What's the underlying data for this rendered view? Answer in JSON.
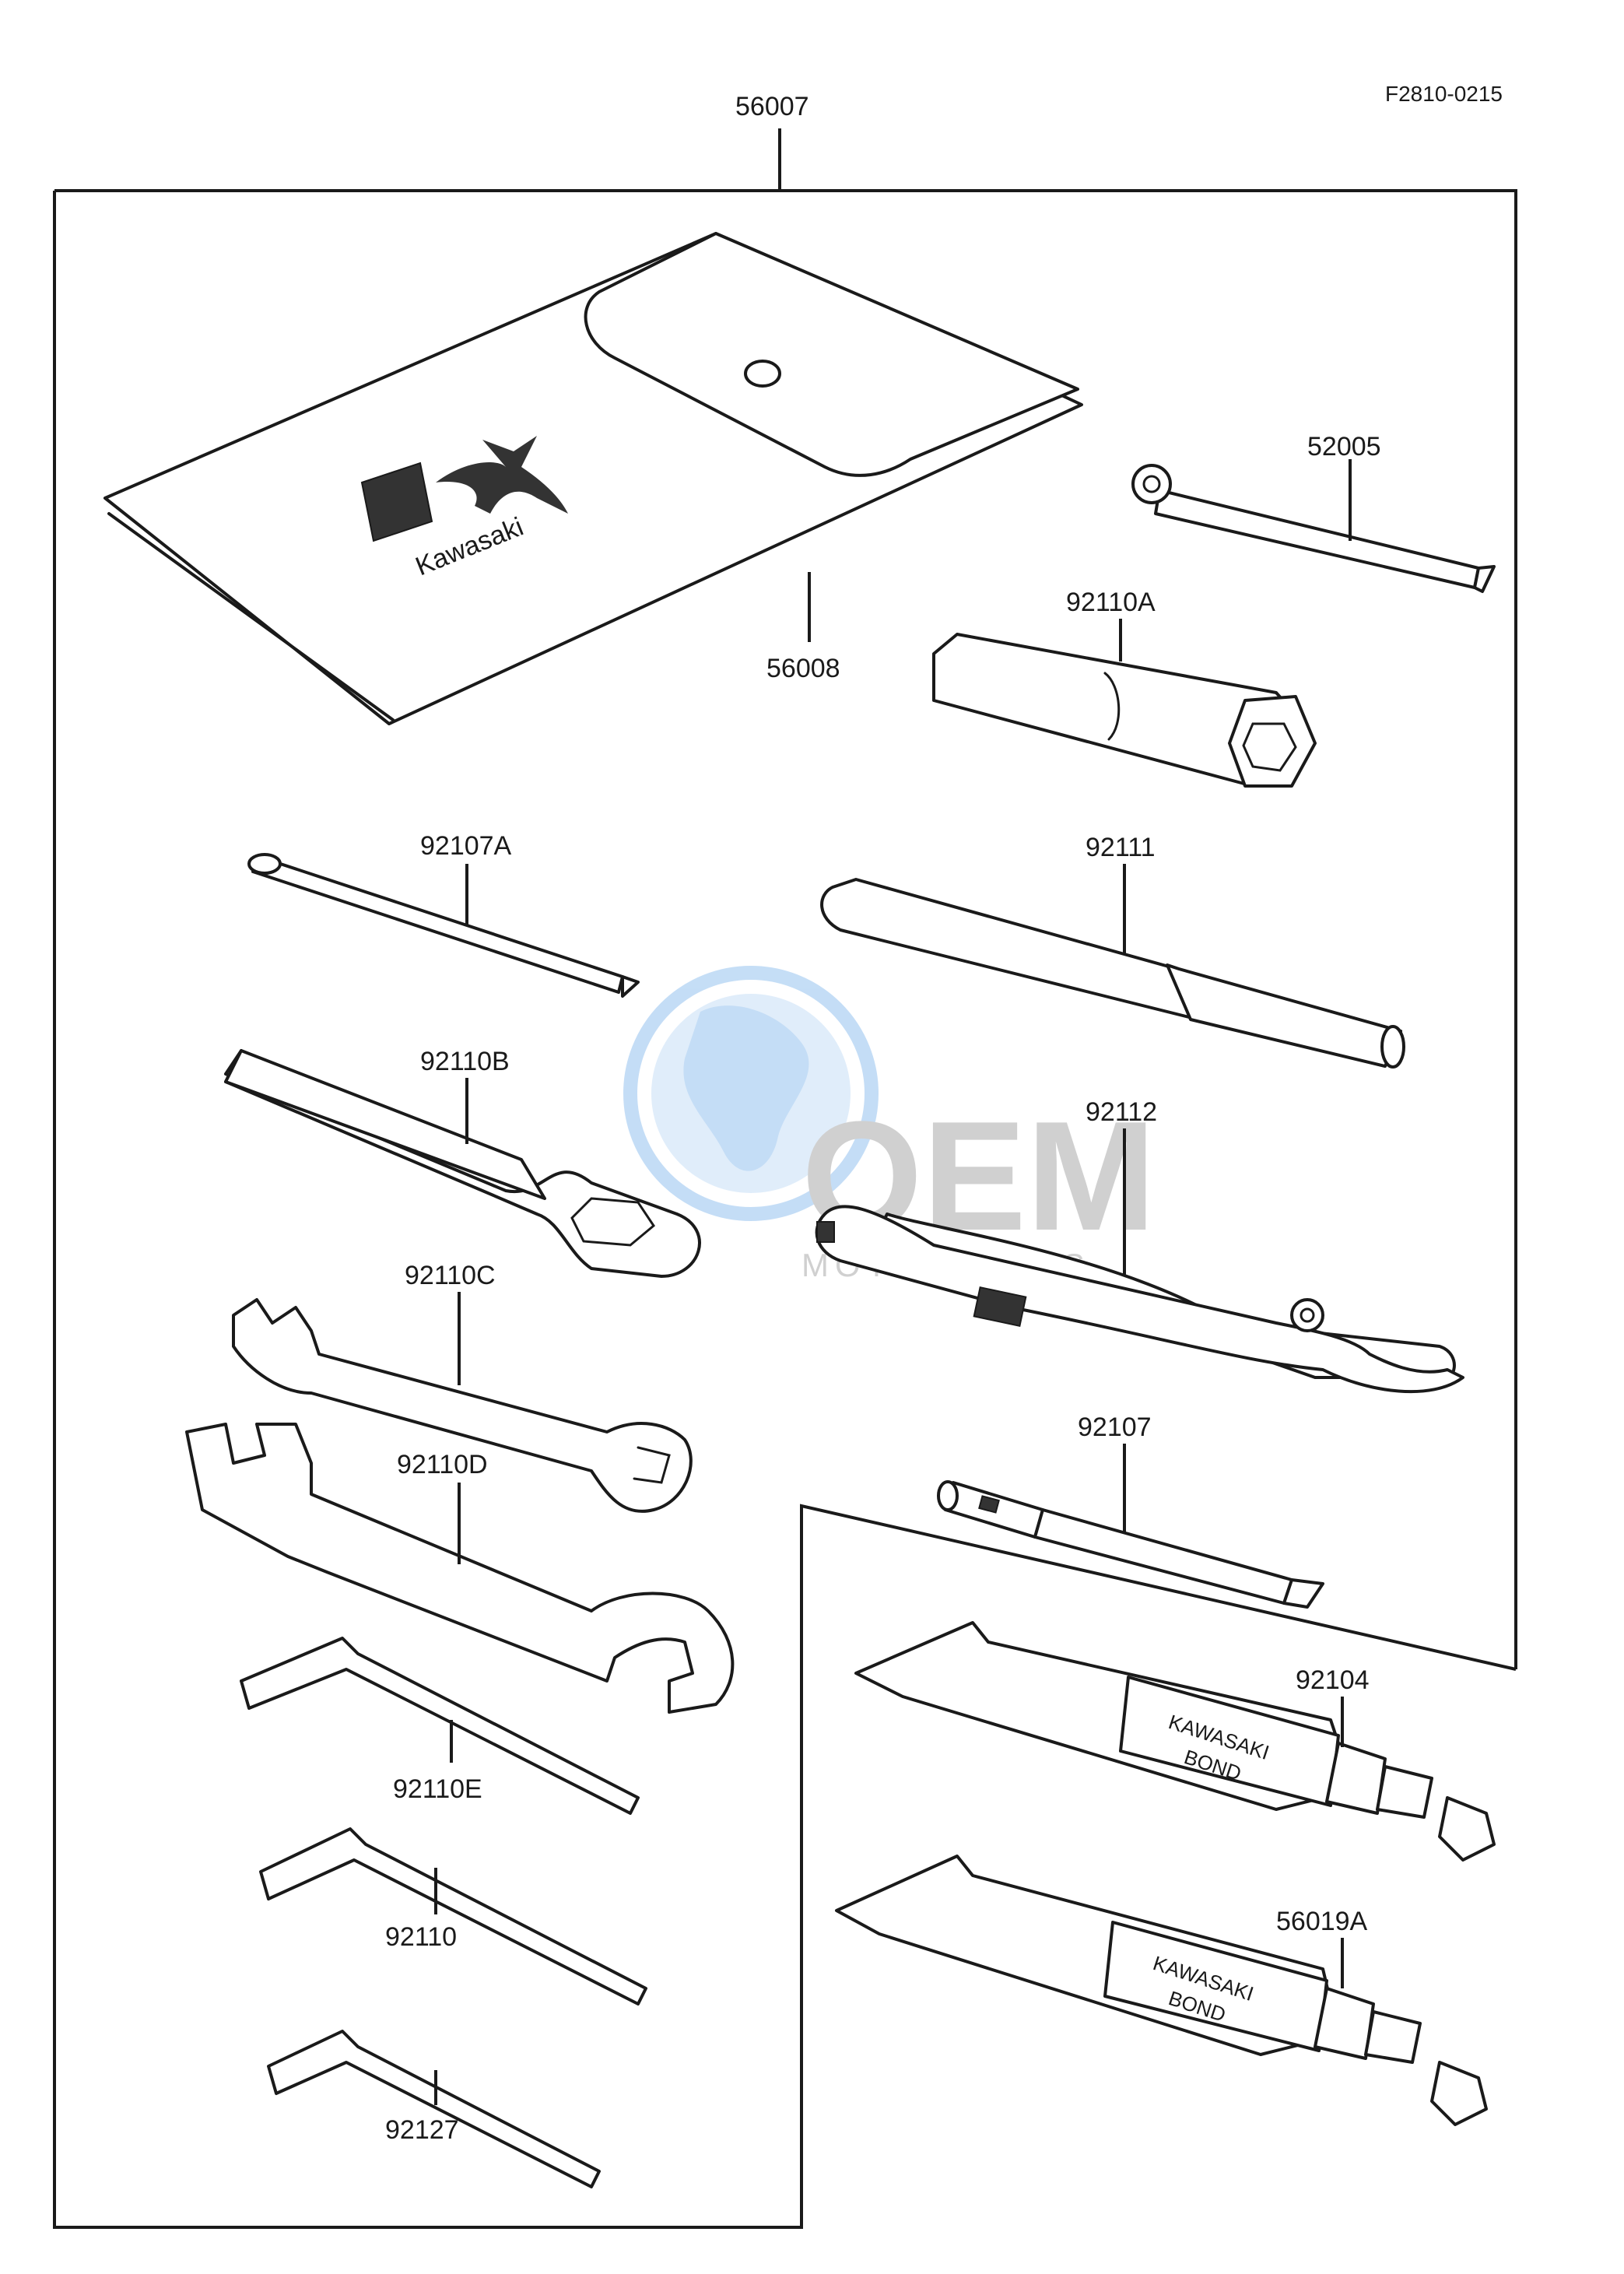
{
  "diagram": {
    "figure_code": "F2810-0215",
    "kit_label": "56007",
    "logo": {
      "brand_text": "Kawasaki"
    },
    "tube_text": {
      "line1": "KAWASAKI",
      "line2": "BOND"
    },
    "parts": [
      {
        "id": "p-56008",
        "label": "56008"
      },
      {
        "id": "p-52005",
        "label": "52005"
      },
      {
        "id": "p-92110A",
        "label": "92110A"
      },
      {
        "id": "p-92107A",
        "label": "92107A"
      },
      {
        "id": "p-92111",
        "label": "92111"
      },
      {
        "id": "p-92110B",
        "label": "92110B"
      },
      {
        "id": "p-92112",
        "label": "92112"
      },
      {
        "id": "p-92110C",
        "label": "92110C"
      },
      {
        "id": "p-92110D",
        "label": "92110D"
      },
      {
        "id": "p-92107",
        "label": "92107"
      },
      {
        "id": "p-92110E",
        "label": "92110E"
      },
      {
        "id": "p-92104",
        "label": "92104"
      },
      {
        "id": "p-92110",
        "label": "92110"
      },
      {
        "id": "p-56019A",
        "label": "56019A"
      },
      {
        "id": "p-92127",
        "label": "92127"
      }
    ],
    "watermark": {
      "brand": "OEM",
      "sub": "MOTORPARTS",
      "color": "#5aa0e6"
    }
  }
}
